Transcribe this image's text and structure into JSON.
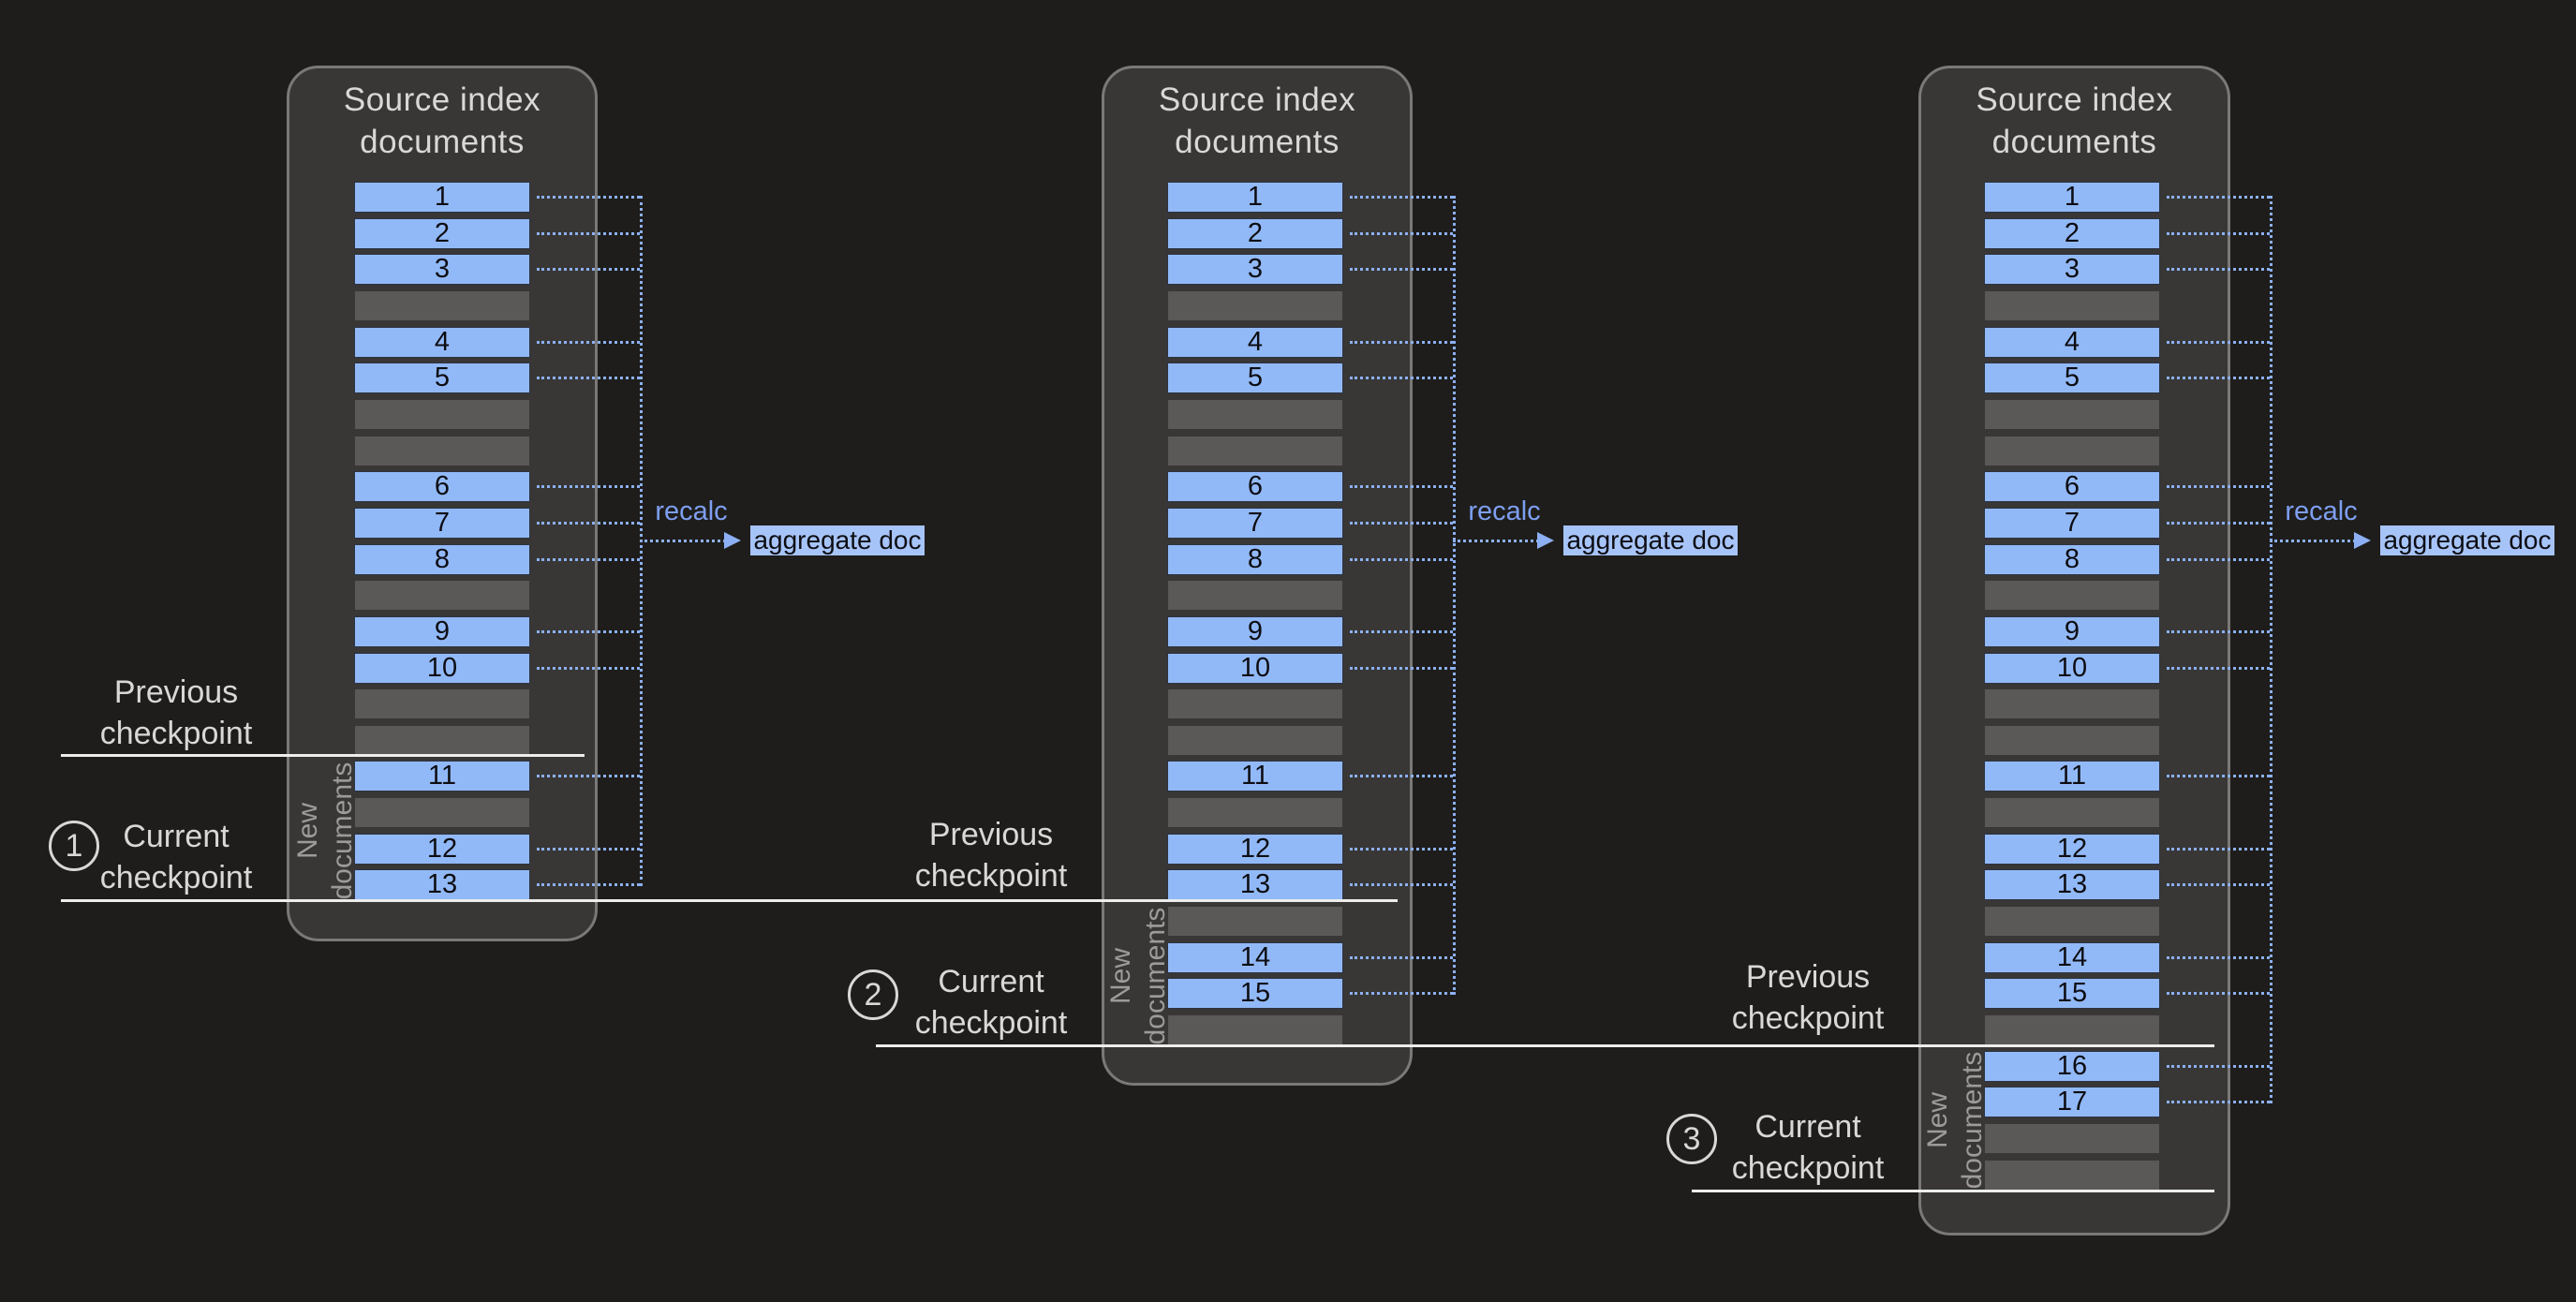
{
  "diagram": {
    "panel_title": "Source index documents",
    "recalc_label": "recalc",
    "aggregate_label": "aggregate doc",
    "new_documents_label": "New documents",
    "previous_checkpoint_label": "Previous checkpoint",
    "current_checkpoint_label": "Current checkpoint",
    "colors": {
      "background": "#1e1d1b",
      "panel_fill": "#383736",
      "panel_border": "#7a7977",
      "doc_bar": "#92b9f7",
      "placeholder_bar": "#5a5958",
      "connector": "#8cb0f3",
      "recalc_text": "#7e9ff1",
      "aggregate_fill": "#a7c4f8",
      "checkpoint_line": "#ededed",
      "label_text": "#d9d8d6",
      "muted_text": "#9c9b99"
    },
    "panels": [
      {
        "step": "1",
        "documents": [
          "1",
          "2",
          "3",
          null,
          "4",
          "5",
          null,
          null,
          "6",
          "7",
          "8",
          null,
          "9",
          "10",
          null,
          null,
          "11",
          null,
          "12",
          "13"
        ]
      },
      {
        "step": "2",
        "documents": [
          "1",
          "2",
          "3",
          null,
          "4",
          "5",
          null,
          null,
          "6",
          "7",
          "8",
          null,
          "9",
          "10",
          null,
          null,
          "11",
          null,
          "12",
          "13",
          null,
          "14",
          "15",
          null
        ]
      },
      {
        "step": "3",
        "documents": [
          "1",
          "2",
          "3",
          null,
          "4",
          "5",
          null,
          null,
          "6",
          "7",
          "8",
          null,
          "9",
          "10",
          null,
          null,
          "11",
          null,
          "12",
          "13",
          null,
          "14",
          "15",
          null,
          "16",
          "17",
          null,
          null
        ]
      }
    ]
  }
}
